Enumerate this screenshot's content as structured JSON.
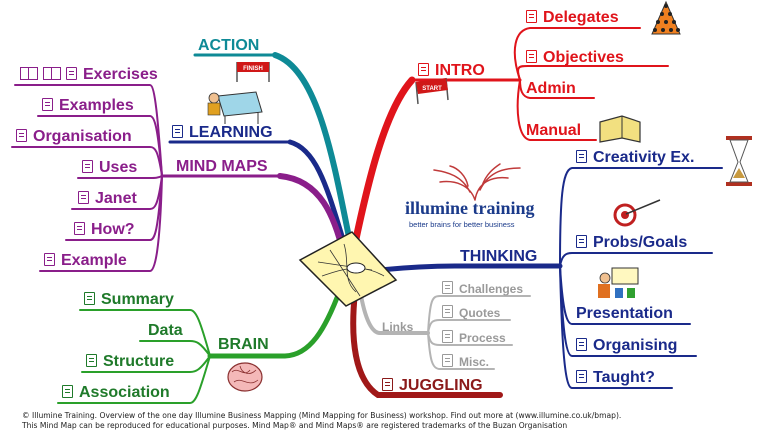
{
  "intro": {
    "label": "INTRO",
    "flag_text": "START",
    "items": [
      "Delegates",
      "Objectives",
      "Admin",
      "Manual"
    ]
  },
  "action": {
    "label": "ACTION",
    "flag_text": "FINISH"
  },
  "learning": {
    "label": "LEARNING"
  },
  "mind_maps": {
    "label": "MIND MAPS",
    "items": [
      "Exercises",
      "Examples",
      "Organisation",
      "Uses",
      "Janet",
      "How?",
      "Example"
    ]
  },
  "thinking": {
    "label": "THINKING",
    "items": [
      "Creativity Ex.",
      "Probs/Goals",
      "Presentation",
      "Organising",
      "Taught?"
    ]
  },
  "links": {
    "label": "Links",
    "items": [
      "Challenges",
      "Quotes",
      "Process",
      "Misc."
    ]
  },
  "brain": {
    "label": "BRAIN",
    "items": [
      "Summary",
      "Data",
      "Structure",
      "Association"
    ]
  },
  "juggling": {
    "label": "JUGGLING"
  },
  "logo": {
    "name": "illumine training",
    "tagline": "better brains for better business"
  },
  "footer": {
    "line1": "© Illumine Training. Overview of the one day Illumine Business Mapping (Mind Mapping for Business) workshop. Find out more at (www.illumine.co.uk/bmap).",
    "line2": "This Mind Map can be reproduced for educational purposes. Mind Map® and Mind Maps® are registered trademarks of the Buzan Organisation"
  },
  "colors": {
    "intro": "#e0141b",
    "action": "#0e8a96",
    "learning": "#1a2a8a",
    "mind_maps": "#8a1e8a",
    "thinking": "#1a2a8a",
    "links": "#b4b4b4",
    "brain": "#2aa02a",
    "juggling": "#a01818"
  },
  "icons": [
    "doc-icon",
    "books-icon",
    "pyramid-icon",
    "open-book-icon",
    "hourglass-icon",
    "target-icon",
    "presenter-icon",
    "brain-icon",
    "desk-worker-icon",
    "flag-icon",
    "central-map-icon"
  ]
}
